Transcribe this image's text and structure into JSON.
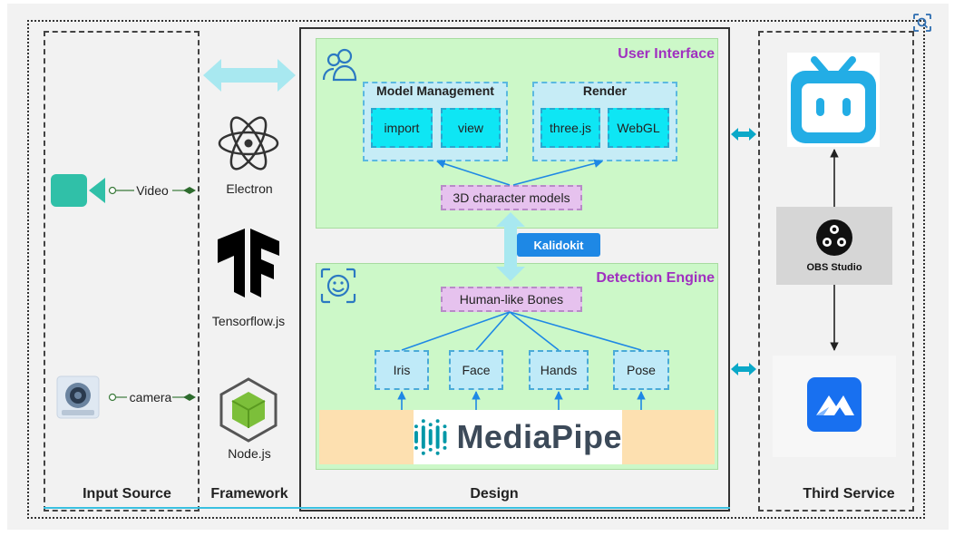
{
  "columns": {
    "input_source": "Input Source",
    "framework": "Framework",
    "design": "Design",
    "third_service": "Third Service"
  },
  "input_sources": [
    {
      "label": "Video",
      "icon": "video-camera-icon"
    },
    {
      "label": "camera",
      "icon": "webcam-icon"
    }
  ],
  "frameworks": [
    {
      "label": "Electron",
      "icon": "electron-icon"
    },
    {
      "label": "Tensorflow.js",
      "icon": "tensorflow-icon"
    },
    {
      "label": "Node.js",
      "icon": "nodejs-icon"
    }
  ],
  "user_interface": {
    "title": "User Interface",
    "icon": "users-icon",
    "model_management": {
      "title": "Model Management",
      "items": [
        "import",
        "view"
      ]
    },
    "render": {
      "title": "Render",
      "items": [
        "three.js",
        "WebGL"
      ]
    },
    "models": "3D character models"
  },
  "bridge": "Kalidokit",
  "detection_engine": {
    "title": "Detection Engine",
    "icon": "face-scan-icon",
    "bones": "Human-like Bones",
    "features": [
      "Iris",
      "Face",
      "Hands",
      "Pose"
    ],
    "base": "MediaPipe"
  },
  "third_services": [
    {
      "icon": "bilibili-tv-icon"
    },
    {
      "label": "OBS Studio",
      "icon": "obs-icon"
    },
    {
      "icon": "tencent-meeting-icon"
    }
  ],
  "toolbar_icon": "visual-search-icon",
  "colors": {
    "panel_green": "#ccf8c8",
    "title_purple": "#a030c0",
    "accent_cyan": "#0ee6f4",
    "kalidokit_blue": "#1e88e5",
    "arrow_blue": "#1e88e5",
    "bilibili_blue": "#23ade5",
    "mediapipe_bg": "#fde0b0"
  }
}
